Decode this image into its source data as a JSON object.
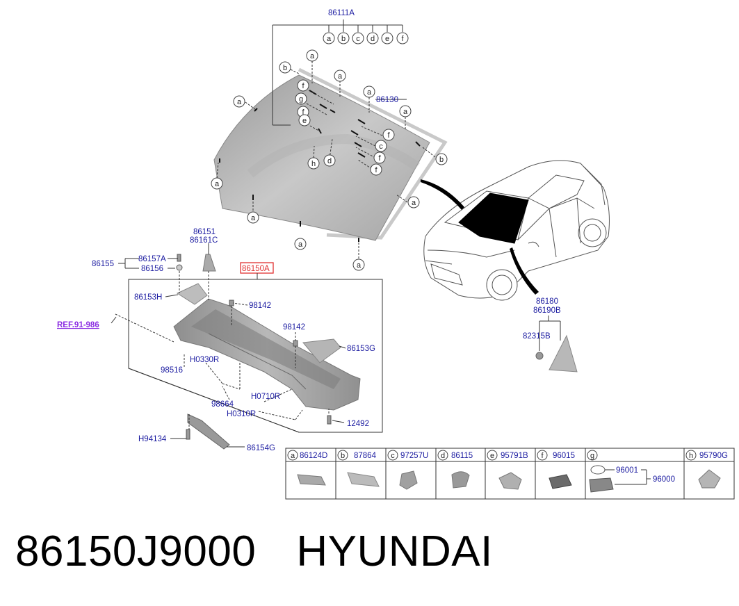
{
  "labels": {
    "l86111a": "86111A",
    "l86130": "86130",
    "l86151": "86151",
    "l86161c": "86161C",
    "l86157a": "86157A",
    "l86155": "86155",
    "l86156": "86156",
    "l86150a": "86150A",
    "l86153h": "86153H",
    "l98142a": "98142",
    "l98142b": "98142",
    "l86153g": "86153G",
    "ref": "REF.91-986",
    "l98516": "98516",
    "lh0330r": "H0330R",
    "l98664": "98664",
    "lh0710r": "H0710R",
    "lh0310r": "H0310R",
    "l12492": "12492",
    "lh94134": "H94134",
    "l86154g": "86154G",
    "l86180": "86180",
    "l86190b": "86190B",
    "l82315b": "82315B"
  },
  "callouts": {
    "a": "a",
    "b": "b",
    "c": "c",
    "d": "d",
    "e": "e",
    "f": "f",
    "g": "g",
    "h": "h"
  },
  "legend": [
    {
      "letter": "a",
      "part": "86124D"
    },
    {
      "letter": "b",
      "part": "87864"
    },
    {
      "letter": "c",
      "part": "97257U"
    },
    {
      "letter": "d",
      "part": "86115"
    },
    {
      "letter": "e",
      "part": "95791B"
    },
    {
      "letter": "f",
      "part": "96015"
    },
    {
      "letter": "g",
      "part": ""
    },
    {
      "letter": "h",
      "part": "95790G"
    }
  ],
  "legend_g": {
    "p1": "96001",
    "p2": "96000"
  },
  "caption": {
    "part_number": "86150J9000",
    "brand": "HYUNDAI"
  },
  "colors": {
    "highlight": "#e03030",
    "ref": "#8a2be2",
    "part_text": "#1a1aa0"
  }
}
